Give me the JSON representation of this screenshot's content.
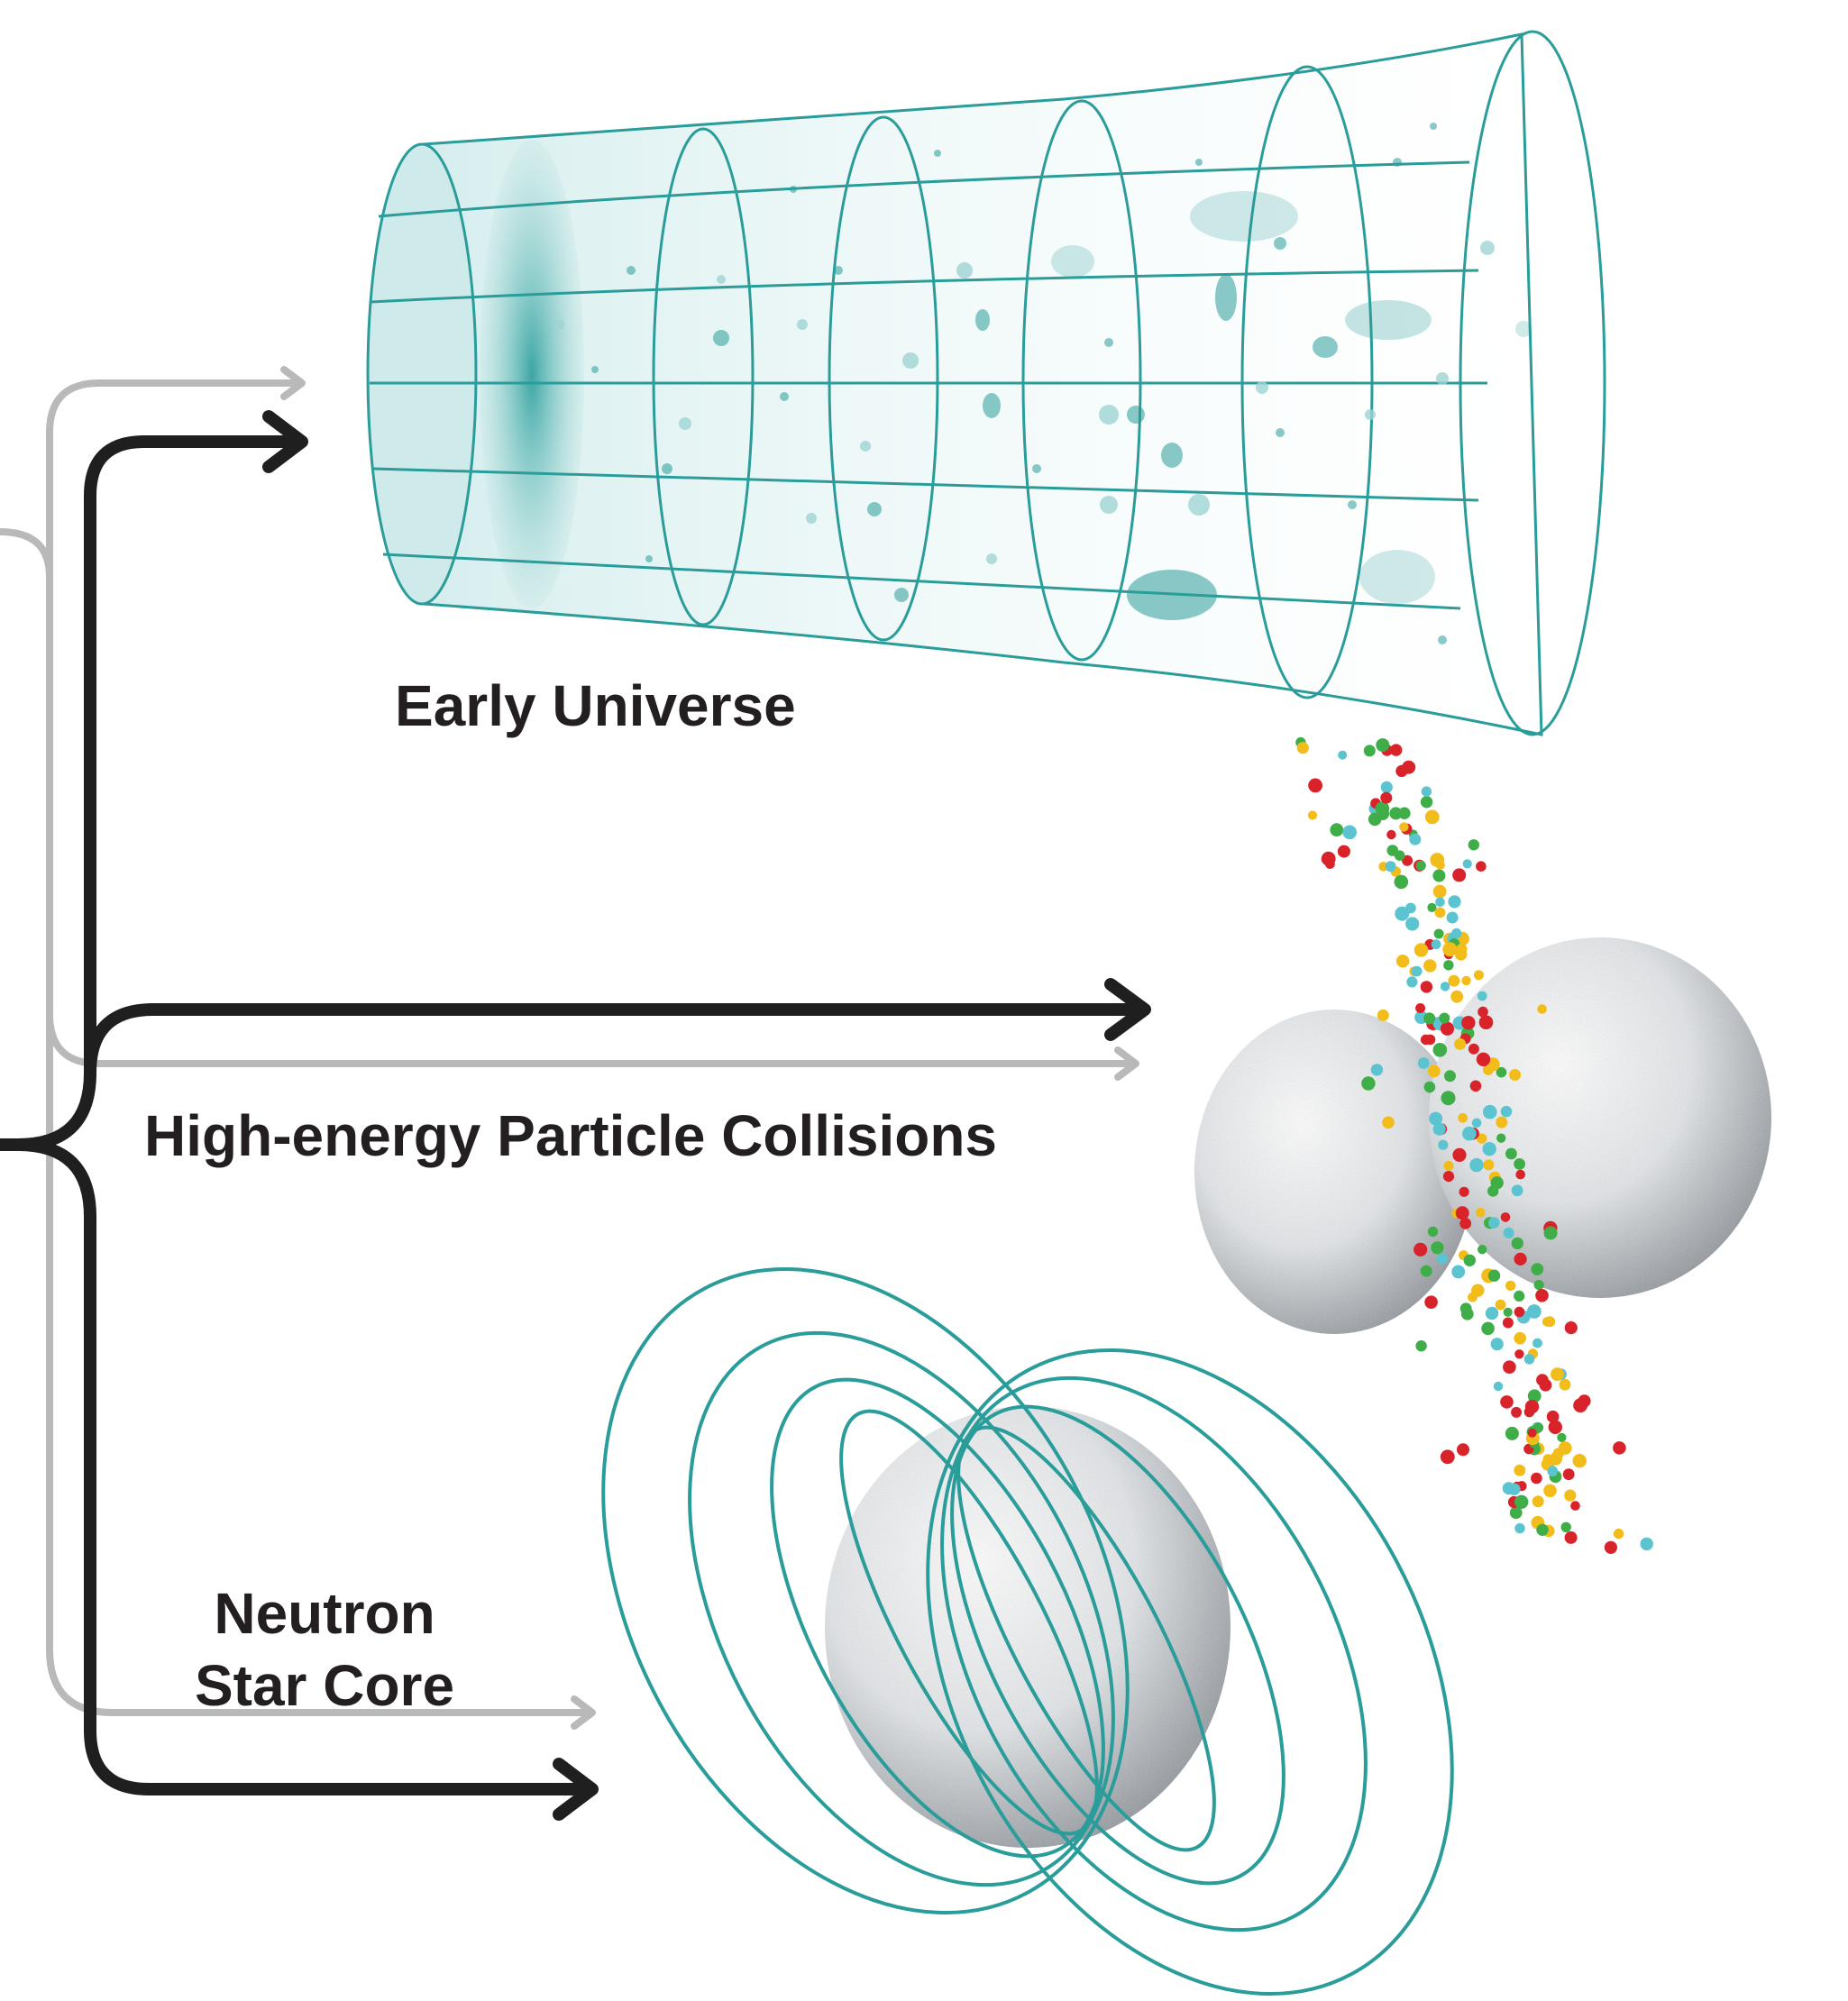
{
  "labels": {
    "early_universe": "Early Universe",
    "collisions": "High-energy Particle Collisions",
    "neutron_line1": "Neutron",
    "neutron_line2": "Star Core"
  },
  "colors": {
    "teal": "#2a9d9a",
    "teal_light": "#9fd4d3",
    "teal_fill": "#e6f4f4",
    "arrow_dark": "#1f1f1f",
    "arrow_light": "#b9b9b9",
    "sphere": "#d9dcdf",
    "particle_red": "#d8232a",
    "particle_yellow": "#f2bd1a",
    "particle_cyan": "#5bc4d0",
    "particle_green": "#3fae49"
  },
  "icons": {
    "early_universe": "expanding-universe-funnel",
    "collisions": "colliding-nuclei",
    "neutron_star": "neutron-star-magnetic-field"
  }
}
